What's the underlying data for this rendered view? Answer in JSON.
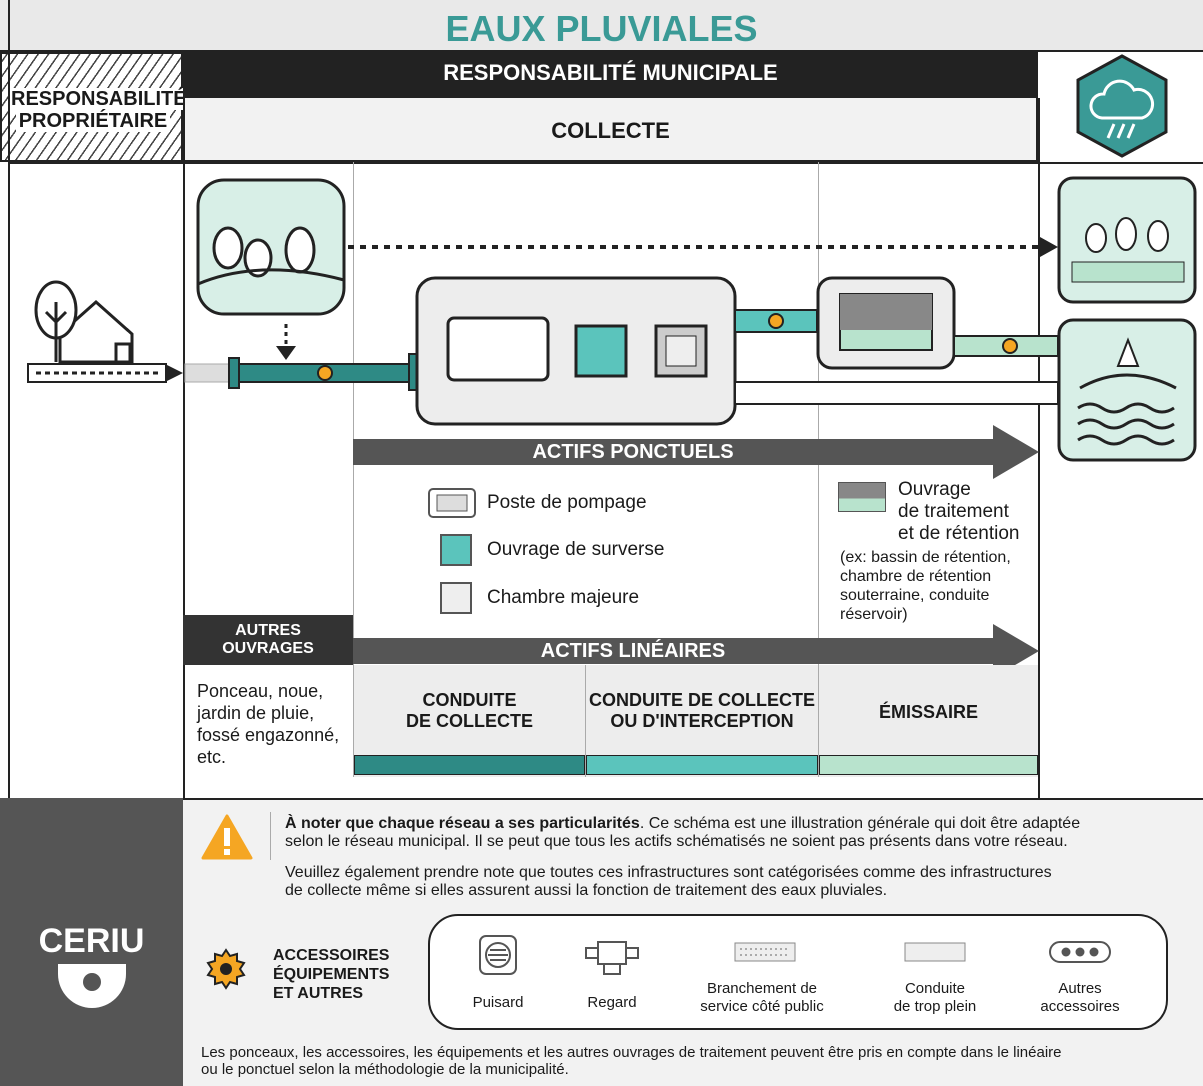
{
  "title": "EAUX PLUVIALES",
  "header": {
    "owner_line1": "RESPONSABILITÉ",
    "owner_line2": "PROPRIÉTAIRE",
    "municipal": "RESPONSABILITÉ MUNICIPALE",
    "collecte": "COLLECTE"
  },
  "arrows": {
    "ponctuels": "ACTIFS PONCTUELS",
    "lineaires": "ACTIFS LINÉAIRES"
  },
  "autres_ouvrages": {
    "title_line1": "AUTRES",
    "title_line2": "OUVRAGES",
    "lines": [
      "Ponceau, noue,",
      "jardin de pluie,",
      "fossé engazonné,",
      "etc."
    ]
  },
  "legend_ponctuels": {
    "pompage": "Poste de pompage",
    "surverse": "Ouvrage de surverse",
    "chambre": "Chambre majeure",
    "traitement_line1": "Ouvrage",
    "traitement_line2": "de traitement",
    "traitement_line3": "et de rétention",
    "exemple_lines": [
      "(ex: bassin de rétention,",
      "chambre de rétention",
      "souterraine, conduite",
      "réservoir)"
    ]
  },
  "linear_columns": [
    {
      "line1": "CONDUITE",
      "line2": "DE COLLECTE",
      "color": "#2e8a85"
    },
    {
      "line1": "CONDUITE DE COLLECTE",
      "line2": "OU D'INTERCEPTION",
      "color": "#5bc4bc"
    },
    {
      "line1": "ÉMISSAIRE",
      "line2": "",
      "color": "#b8e3cd"
    }
  ],
  "note": {
    "bold": "À noter que chaque réseau a ses particularités",
    "rest1": ". Ce schéma est une illustration générale qui doit être adaptée",
    "line2": "selon le réseau municipal.  Il se peut que tous les actifs schématisés ne soient pas présents dans votre réseau.",
    "line3": "Veuillez également prendre note que toutes ces infrastructures sont catégorisées comme des infrastructures",
    "line4": "de collecte même si elles assurent aussi la fonction de traitement des eaux pluviales."
  },
  "accessoires": {
    "line1": "ACCESSOIRES",
    "line2": "ÉQUIPEMENTS",
    "line3": "ET AUTRES",
    "items": [
      {
        "line1": "Puisard",
        "line2": "",
        "icon": "catch-basin-icon"
      },
      {
        "line1": "Regard",
        "line2": "",
        "icon": "manhole-icon"
      },
      {
        "line1": "Branchement de",
        "line2": "service côté public",
        "icon": "service-connection-icon"
      },
      {
        "line1": "Conduite",
        "line2": "de trop plein",
        "icon": "overflow-pipe-icon"
      },
      {
        "line1": "Autres",
        "line2": "accessoires",
        "icon": "other-accessories-icon"
      }
    ]
  },
  "footer": {
    "line1": "Les ponceaux, les accessoires, les équipements et  les autres ouvrages de traitement peuvent être pris en compte dans le linéaire",
    "line2": "ou le ponctuel selon la méthodologie de la municipalité."
  },
  "logo": "CERIU",
  "colors": {
    "teal": "#3a9a96",
    "dark_teal": "#2e8a85",
    "light_teal": "#5bc4bc",
    "pale_green": "#b8e3cd",
    "gear": "#f5a623",
    "dark": "#222222",
    "arrow_gray": "#555555"
  }
}
